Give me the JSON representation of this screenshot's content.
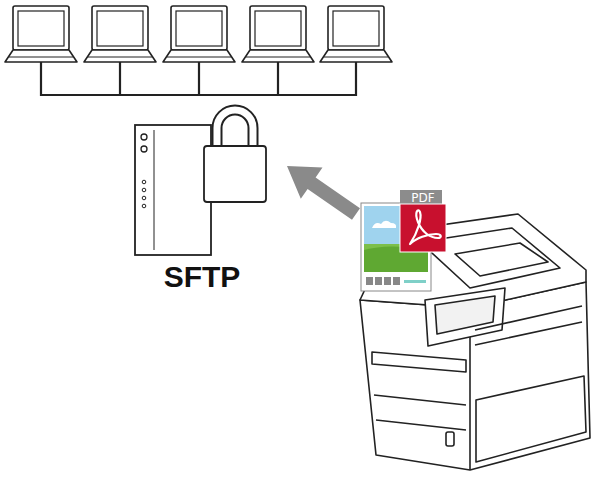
{
  "diagram": {
    "nodes": [
      {
        "text": [
          "SFTP"
        ]
      },
      {
        "text": [
          "PDF"
        ]
      }
    ],
    "edges": [
      {
        "from": 1,
        "to": 0,
        "arrow": "to"
      }
    ]
  }
}
